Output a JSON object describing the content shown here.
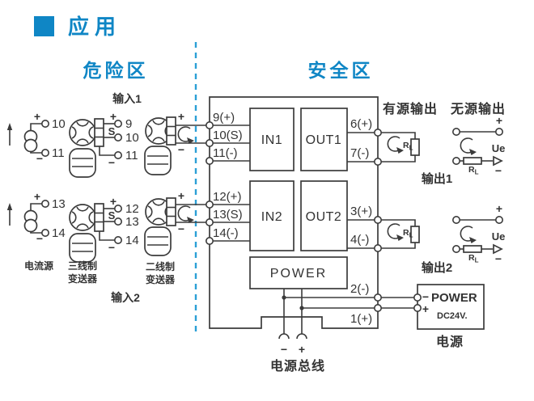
{
  "header": {
    "title": "应用"
  },
  "zones": {
    "hazardous": "危险区",
    "safe": "安全区"
  },
  "hazardous_area": {
    "input1_label": "输入1",
    "input2_label": "输入2",
    "current_source_label": "电流源",
    "three_wire_label": [
      "三线制",
      "变送器"
    ],
    "two_wire_label": [
      "二线制",
      "变送器"
    ],
    "signs": {
      "plus": "+",
      "minus": "−",
      "signal": "S"
    },
    "input1": {
      "cs_plus": "10",
      "cs_minus": "11",
      "t3_plus": "9",
      "t3_signal": "10",
      "t3_minus": "11"
    },
    "input2": {
      "cs_plus": "13",
      "cs_minus": "14",
      "t3_plus": "12",
      "t3_signal": "13",
      "t3_minus": "14"
    }
  },
  "module": {
    "blocks": {
      "in1": "IN1",
      "out1": "OUT1",
      "in2": "IN2",
      "out2": "OUT2",
      "power": "POWER"
    },
    "terminals": {
      "t9": "9(+)",
      "t10": "10(S)",
      "t11": "11(-)",
      "t12": "12(+)",
      "t13": "13(S)",
      "t14": "14(-)",
      "t6": "6(+)",
      "t7": "7(-)",
      "t3": "3(+)",
      "t4": "4(-)",
      "t2": "2(-)",
      "t1": "1(+)"
    }
  },
  "safe_area": {
    "active_output_label": "有源输出",
    "passive_output_label": "无源输出",
    "output1_label": "输出1",
    "output2_label": "输出2",
    "load_r": "R",
    "load_sub": "L",
    "ue": "Ue",
    "plus": "+",
    "minus": "−"
  },
  "power_supply": {
    "title": "POWER",
    "voltage": "DC24V.",
    "label": "电源",
    "plus": "+",
    "minus": "−"
  },
  "power_bus": {
    "label": "电源总线",
    "plus": "+",
    "minus": "−"
  },
  "colors": {
    "accent_blue": "#0f86c5",
    "divider_blue": "#2b9fd6",
    "line_dark": "#3b3b3b"
  }
}
